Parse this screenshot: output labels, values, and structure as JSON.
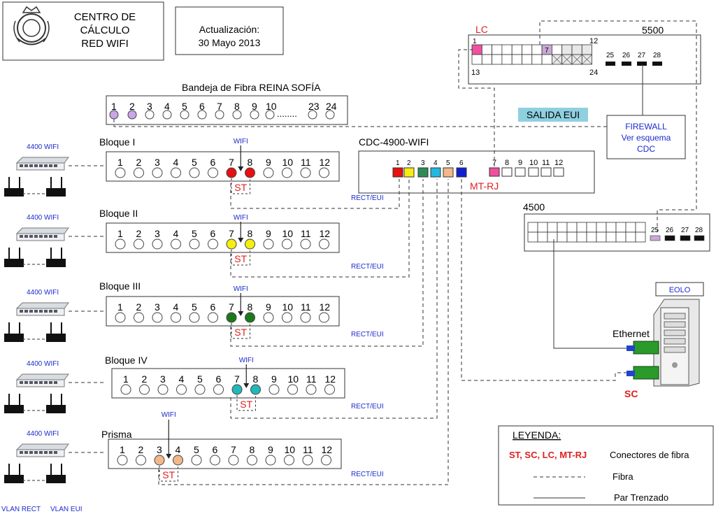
{
  "title_box": {
    "line1": "CENTRO DE",
    "line2": "CÁLCULO",
    "line3": "RED WIFI"
  },
  "update_box": {
    "line1": "Actualización:",
    "line2": "30 Mayo 2013"
  },
  "fiber_tray": {
    "title": "Bandeja de Fibra REINA SOFÍA",
    "port_labels": [
      "1",
      "2",
      "3",
      "4",
      "5",
      "6",
      "7",
      "8",
      "9",
      "10",
      "23",
      "24"
    ],
    "dots": "........"
  },
  "blocks": [
    {
      "title": "Bloque I",
      "ap_label": "4400 WIFI",
      "wifi_label": "WIFI",
      "st_label": "ST",
      "rect_label": "",
      "ports": [
        "1",
        "2",
        "3",
        "4",
        "5",
        "6",
        "7",
        "8",
        "9",
        "10",
        "11",
        "12"
      ],
      "active_ports": [
        7,
        8
      ],
      "color": "#e81010"
    },
    {
      "title": "Bloque II",
      "ap_label": "4400 WIFI",
      "wifi_label": "WIFI",
      "st_label": "ST",
      "rect_label": "RECT/EUI",
      "ports": [
        "1",
        "2",
        "3",
        "4",
        "5",
        "6",
        "7",
        "8",
        "9",
        "10",
        "11",
        "12"
      ],
      "active_ports": [
        7,
        8
      ],
      "color": "#f5ee10"
    },
    {
      "title": "Bloque III",
      "ap_label": "4400 WIFI",
      "wifi_label": "WIFI",
      "st_label": "ST",
      "rect_label": "RECT/EUI",
      "ports": [
        "1",
        "2",
        "3",
        "4",
        "5",
        "6",
        "7",
        "8",
        "9",
        "10",
        "11",
        "12"
      ],
      "active_ports": [
        7,
        8
      ],
      "color": "#1a7a1a"
    },
    {
      "title": "Bloque IV",
      "ap_label": "4400 WIFI",
      "wifi_label": "WIFI",
      "st_label": "ST",
      "rect_label": "RECT/EUI",
      "ports": [
        "1",
        "2",
        "3",
        "4",
        "5",
        "6",
        "7",
        "8",
        "9",
        "10",
        "11",
        "12"
      ],
      "active_ports": [
        7,
        8
      ],
      "color": "#22b8b8"
    },
    {
      "title": "Prisma",
      "ap_label": "4400 WIFI",
      "wifi_label": "WIFI",
      "st_label": "ST",
      "rect_label": "RECT/EUI",
      "ports": [
        "1",
        "2",
        "3",
        "4",
        "5",
        "6",
        "7",
        "8",
        "9",
        "10",
        "11",
        "12"
      ],
      "active_ports": [
        3,
        4
      ],
      "color": "#f2b88a"
    }
  ],
  "rect_eui_bloque1": "RECT/EUI",
  "vlan_labels": {
    "rect": "VLAN RECT",
    "eui": "VLAN EUI"
  },
  "cdc4900": {
    "title": "CDC-4900-WIFI",
    "ports": [
      "1",
      "2",
      "3",
      "4",
      "5",
      "6"
    ],
    "port_colors": [
      "#e81010",
      "#f5ee10",
      "#2e8b57",
      "#22b8e0",
      "#f2b88a",
      "#1020d0"
    ],
    "ports2": [
      "7",
      "8",
      "9",
      "10",
      "11",
      "12"
    ],
    "port7_color": "#f050a0",
    "mtrj_label": "MT-RJ"
  },
  "switch5500": {
    "title": "5500",
    "lc_label": "LC",
    "top_first": "1",
    "top_seven": "7",
    "top_last": "12",
    "bottom_first": "13",
    "bottom_last": "24",
    "right_ports": [
      "25",
      "26",
      "27",
      "28"
    ],
    "port1_color": "#f050a0",
    "port7_color": "#c8a8d8"
  },
  "salida_eui": "SALIDA EUI",
  "firewall": {
    "line1": "FIREWALL",
    "line2": "Ver esquema",
    "line3": "CDC"
  },
  "switch4500": {
    "title": "4500",
    "right_ports": [
      "25",
      "26",
      "27",
      "28"
    ],
    "port25_color": "#c8a8d8"
  },
  "eolo": {
    "label": "EOLO",
    "ethernet_label": "Ethernet",
    "sc_label": "SC"
  },
  "legend": {
    "title": "LEYENDA:",
    "connectors_code": "ST, SC, LC, MT-RJ",
    "connectors_text": "Conectores de fibra",
    "fiber_text": "Fibra",
    "twisted_text": "Par Trenzado"
  },
  "colors": {
    "tray_port": "#c9a6e8",
    "red_label": "#e02020",
    "blue_label": "#1a2acc",
    "salida_bg": "#8fd0e0"
  }
}
